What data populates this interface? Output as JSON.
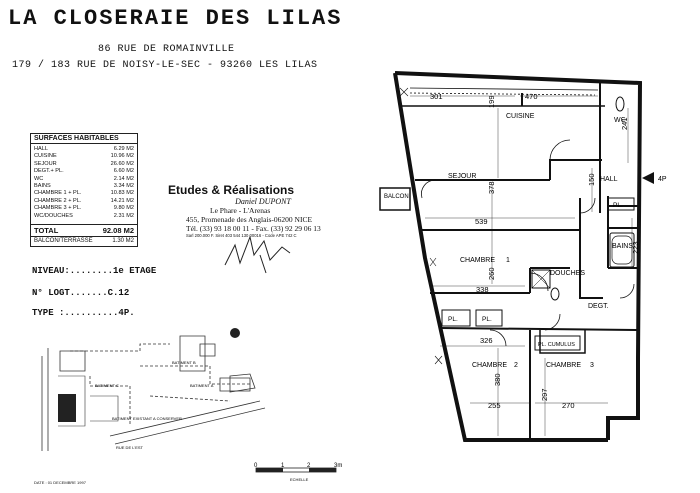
{
  "header": {
    "title": "LA CLOSERAIE DES LILAS",
    "address_line1": "86 RUE DE ROMAINVILLE",
    "address_line2": "179 / 183 RUE DE NOISY-LE-SEC - 93260 LES LILAS"
  },
  "surfaces": {
    "title": "SURFACES HABITABLES",
    "rows": [
      {
        "name": "HALL",
        "value": "6.29 M2"
      },
      {
        "name": "CUISINE",
        "value": "10.96 M2"
      },
      {
        "name": "SEJOUR",
        "value": "26.60 M2"
      },
      {
        "name": "DEGT.+ PL.",
        "value": "6.60 M2"
      },
      {
        "name": "WC",
        "value": "2.14 M2"
      },
      {
        "name": "BAINS",
        "value": "3.34 M2"
      },
      {
        "name": "CHAMBRE 1 + PL.",
        "value": "10.83 M2"
      },
      {
        "name": "CHAMBRE 2 + PL.",
        "value": "14.21 M2"
      },
      {
        "name": "CHAMBRE 3 + PL.",
        "value": "9.80 M2"
      },
      {
        "name": "WC/DOUCHES",
        "value": "2.31 M2"
      }
    ],
    "total_label": "TOTAL",
    "total_value": "92.08 M2",
    "balcon_label": "BALCON/TERRASSE",
    "balcon_value": "1.30 M2"
  },
  "stamp": {
    "company": "Etudes & Réalisations",
    "name": "Daniel DUPONT",
    "line1": "Le Phare - L'Arenas",
    "line2": "455, Promenade des Anglais-06200 NICE",
    "line3": "Tél. (33) 93 18 00 11 - Fax. (33) 92 29 06 13",
    "line4": "Sarl 200.000 F. Siret 403 544 130 00016 - Code APE 742 C"
  },
  "info": {
    "niveau": "NIVEAU:........1e ETAGE",
    "logt": "N° LOGT.......C.12",
    "type": "TYPE :..........4P."
  },
  "site_plan": {
    "batiment_b": "BATIMENT B",
    "batiment_c": "BATIMENT C",
    "batiment_a": "BATIMENT A",
    "batiment_d": "BATIMENT EXISTANT A CONSERVER",
    "rue": "RUE DE L'EST",
    "date": "DATE : 01 DECEMBRE 1997"
  },
  "scale": {
    "ticks": [
      "0",
      "1",
      "2",
      "3m"
    ],
    "label": "ECHELLE"
  },
  "plan": {
    "rooms": {
      "cuisine": "CUISINE",
      "sejour": "SEJOUR",
      "hall": "HALL",
      "wc": "WC",
      "balcon": "BALCON",
      "bains": "BAINS",
      "chambre1": "CHAMBRE",
      "chambre1_num": "1",
      "douches": "DOUCHES",
      "degt": "DEGT.",
      "chambre2": "CHAMBRE",
      "chambre2_num": "2",
      "chambre3": "CHAMBRE",
      "chambre3_num": "3",
      "pl": "PL.",
      "pl_lav": "PL. CUMULUS",
      "entry": "4P"
    },
    "dims": {
      "d301": "301",
      "d470": "470",
      "d199": "199",
      "d241": "241",
      "d378": "378",
      "d539": "539",
      "d150": "150",
      "d223": "223",
      "d260": "260",
      "d338": "338",
      "d326": "326",
      "d380": "380",
      "d297": "297",
      "d255": "255",
      "d270": "270"
    }
  }
}
